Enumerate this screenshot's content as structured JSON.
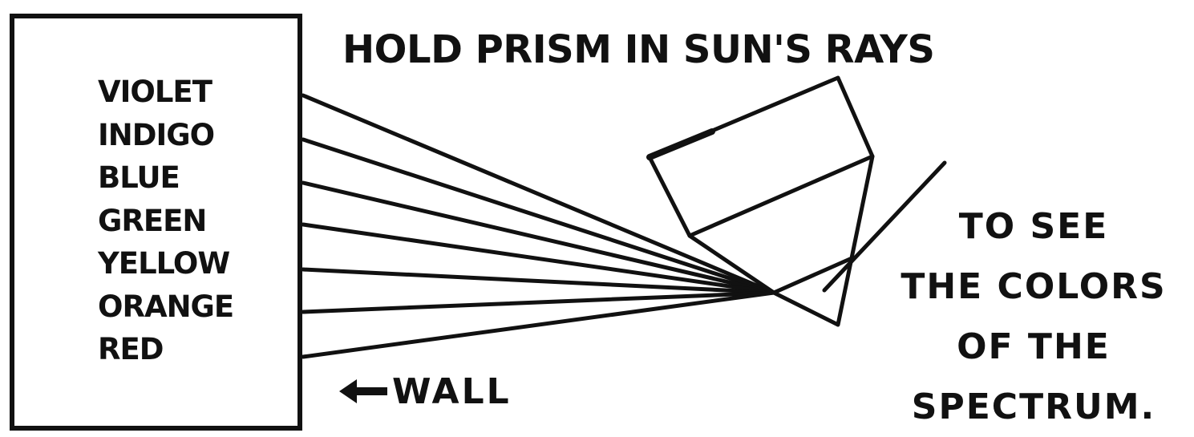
{
  "diagram": {
    "title": "HOLD PRISM IN SUN'S RAYS",
    "spectrum_colors": [
      "VIOLET",
      "INDIGO",
      "BLUE",
      "GREEN",
      "YELLOW",
      "ORANGE",
      "RED"
    ],
    "wall_label": "WALL",
    "wall_arrow_icon": "left-arrow-icon",
    "caption_lines": [
      "TO SEE",
      "THE COLORS",
      "OF THE",
      "SPECTRUM."
    ],
    "ink_color": "#111111",
    "background_color": "#ffffff"
  }
}
